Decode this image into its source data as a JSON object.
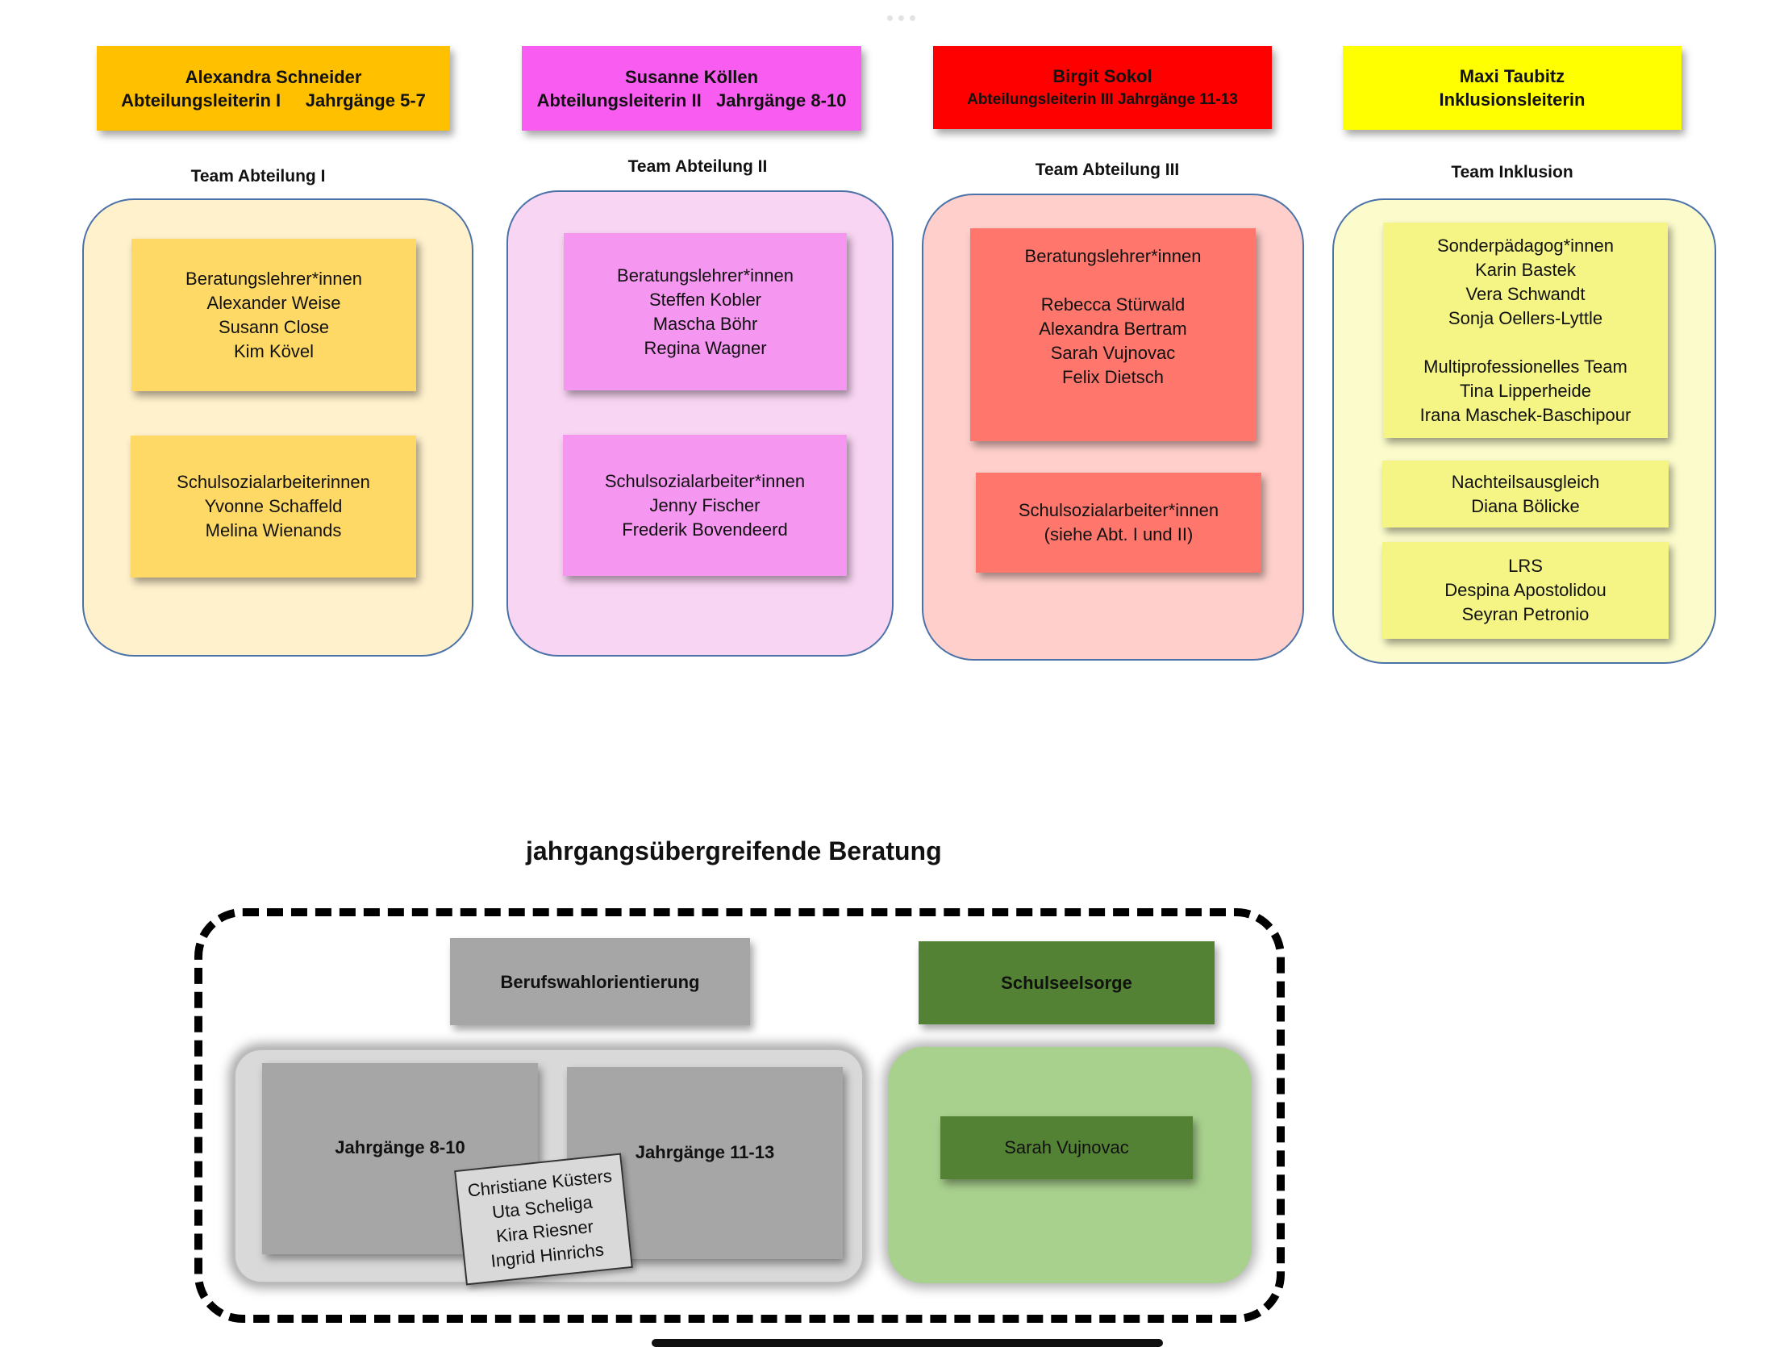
{
  "heads": [
    {
      "lines": [
        "Alexandra Schneider",
        "Abteilungsleiterin I     Jahrgänge 5-7"
      ],
      "color": "#ffc000"
    },
    {
      "lines": [
        "Susanne Köllen",
        "Abteilungsleiterin II   Jahrgänge 8-10"
      ],
      "color": "#f85cf0"
    },
    {
      "lines": [
        "Birgit Sokol",
        "Abteilungsleiterin III Jahrgänge 11-13"
      ],
      "color": "#ff0000"
    },
    {
      "lines": [
        "Maxi Taubitz",
        "Inklusionsleiterin"
      ],
      "color": "#ffff00"
    }
  ],
  "teams": [
    {
      "title": "Team Abteilung I",
      "panel_color": "#fff1cc",
      "note_color": "#ffd966",
      "notes": [
        {
          "lines": [
            "Beratungslehrer*innen",
            "Alexander Weise",
            "Susann Close",
            "Kim Kövel"
          ]
        },
        {
          "lines": [
            "Schulsozialarbeiterinnen",
            "Yvonne Schaffeld",
            "Melina Wienands"
          ]
        }
      ]
    },
    {
      "title": "Team Abteilung II",
      "panel_color": "#f8d5f2",
      "note_color": "#f596f0",
      "notes": [
        {
          "lines": [
            "Beratungslehrer*innen",
            "Steffen Kobler",
            "Mascha Böhr",
            "Regina Wagner"
          ]
        },
        {
          "lines": [
            "Schulsozialarbeiter*innen",
            "Jenny Fischer",
            "Frederik Bovendeerd"
          ]
        }
      ]
    },
    {
      "title": "Team Abteilung III",
      "panel_color": "#ffd0cb",
      "note_color": "#ff766c",
      "notes": [
        {
          "lines": [
            "Beratungslehrer*innen",
            "",
            "Rebecca Stürwald",
            "Alexandra Bertram",
            "Sarah Vujnovac",
            "Felix Dietsch"
          ]
        },
        {
          "lines": [
            "Schulsozialarbeiter*innen",
            "(siehe Abt. I und II)"
          ]
        }
      ]
    },
    {
      "title": "Team Inklusion",
      "panel_color": "#fbfbcc",
      "note_color": "#f5f586",
      "notes": [
        {
          "lines": [
            "Sonderpädagog*innen",
            "Karin Bastek",
            "Vera Schwandt",
            "Sonja Oellers-Lyttle",
            "",
            "Multiprofessionelles Team",
            "Tina Lipperheide",
            "Irana Maschek-Baschipour"
          ]
        },
        {
          "lines": [
            "Nachteilsausgleich",
            "Diana Bölicke"
          ]
        },
        {
          "lines": [
            "LRS",
            "Despina Apostolidou",
            "Seyran Petronio"
          ]
        }
      ]
    }
  ],
  "cross": {
    "title": "jahrgangsübergreifende Beratung",
    "career": {
      "label": "Berufswahlorientierung",
      "header_color": "#a6a6a6",
      "panel_color": "#d9d9d9",
      "grades_a": "Jahrgänge 8-10",
      "grades_b": "Jahrgänge 11-13",
      "names": [
        "Christiane Küsters",
        "Uta Scheliga",
        "Kira Riesner",
        "Ingrid Hinrichs"
      ],
      "names_color": "#d9d9d9"
    },
    "pastoral": {
      "label": "Schulseelsorge",
      "header_color": "#548235",
      "panel_color": "#a9d18e",
      "person": "Sarah Vujnovac"
    }
  }
}
